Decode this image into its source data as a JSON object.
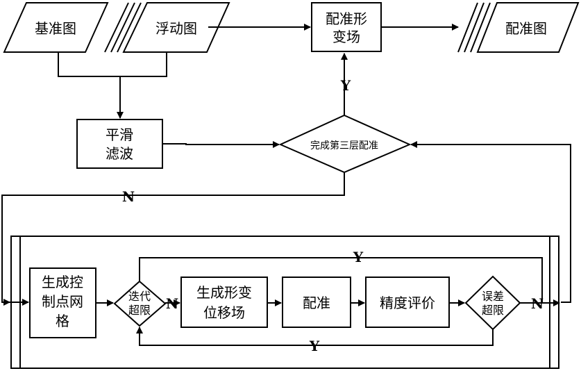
{
  "nodes": {
    "reference_image": "基准图",
    "floating_image": "浮动图",
    "registration_deformation_field": [
      "配准形",
      "变场"
    ],
    "registered_image": "配准图",
    "smoothing_filter": [
      "平滑",
      "滤波"
    ],
    "third_layer_check": "完成第三层配准",
    "generate_control_grid": [
      "生成控",
      "制点网",
      "格"
    ],
    "iteration_limit": [
      "迭代",
      "超限"
    ],
    "generate_displacement_field": [
      "生成形变",
      "位移场"
    ],
    "registration": "配准",
    "accuracy_evaluation": "精度评价",
    "error_limit": [
      "误差",
      "超限"
    ]
  },
  "edge_labels": {
    "third_layer_yes": "Y",
    "third_layer_no": "N",
    "iteration_no": "N",
    "error_no": "N",
    "error_yes_top": "Y",
    "error_yes_bottom": "Y"
  },
  "colors": {
    "stroke": "#000000",
    "fill": "#ffffff"
  }
}
